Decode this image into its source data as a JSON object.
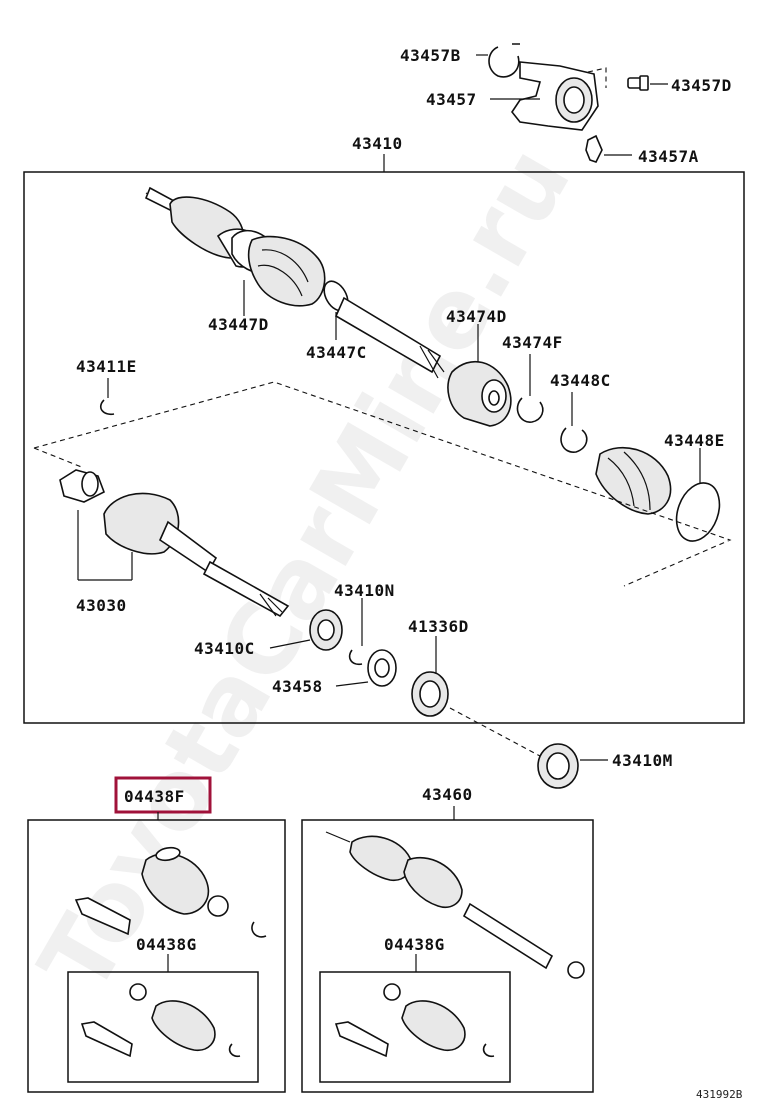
{
  "labels": {
    "p43457B": "43457B",
    "p43457": "43457",
    "p43457D": "43457D",
    "p43457A": "43457A",
    "p43410": "43410",
    "p43447D": "43447D",
    "p43447C": "43447C",
    "p43474D": "43474D",
    "p43474F": "43474F",
    "p43448C": "43448C",
    "p43448E": "43448E",
    "p43411E": "43411E",
    "p43030": "43030",
    "p43410N": "43410N",
    "p41336D": "41336D",
    "p43410C": "43410C",
    "p43458": "43458",
    "p43410M": "43410M",
    "p04438F": "04438F",
    "p43460": "43460",
    "p04438G_left": "04438G",
    "p04438G_right": "04438G"
  },
  "figure_id": "431992B",
  "watermark": "ToyotaCarMine.ru",
  "highlight_color": "#a0123a"
}
